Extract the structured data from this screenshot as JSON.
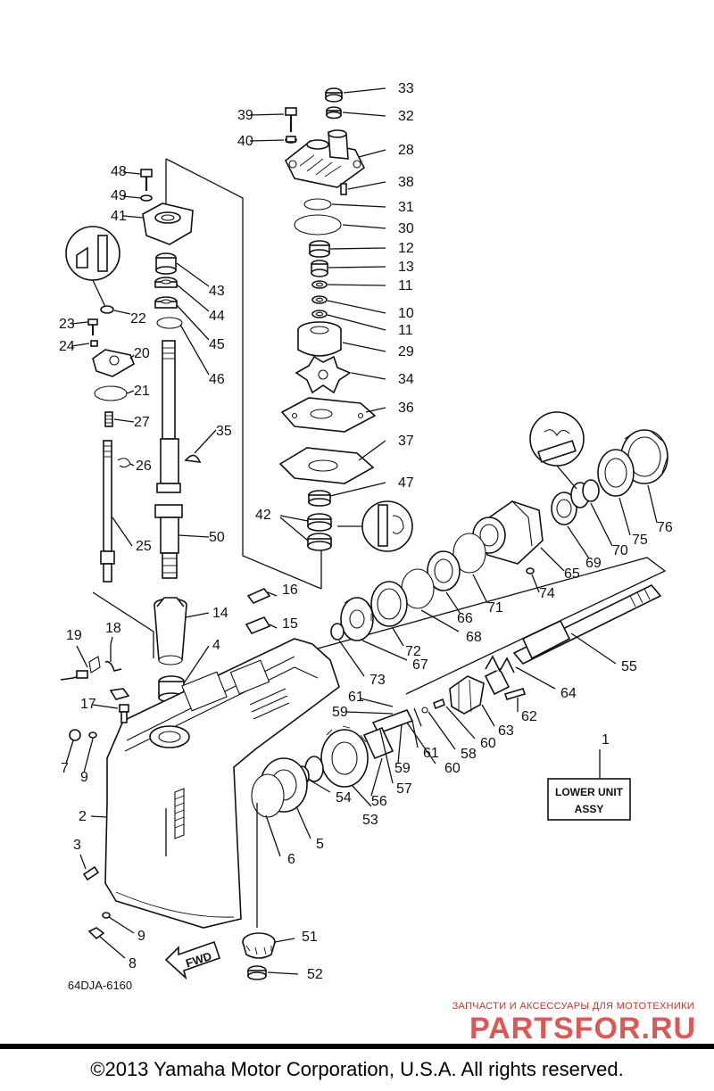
{
  "diagram": {
    "callouts": [
      {
        "id": "33",
        "label": "33"
      },
      {
        "id": "32",
        "label": "32"
      },
      {
        "id": "39",
        "label": "39"
      },
      {
        "id": "40",
        "label": "40"
      },
      {
        "id": "28",
        "label": "28"
      },
      {
        "id": "38",
        "label": "38"
      },
      {
        "id": "48",
        "label": "48"
      },
      {
        "id": "49",
        "label": "49"
      },
      {
        "id": "41",
        "label": "41"
      },
      {
        "id": "31",
        "label": "31"
      },
      {
        "id": "30",
        "label": "30"
      },
      {
        "id": "12",
        "label": "12"
      },
      {
        "id": "13",
        "label": "13"
      },
      {
        "id": "11a",
        "label": "11"
      },
      {
        "id": "10",
        "label": "10"
      },
      {
        "id": "11b",
        "label": "11"
      },
      {
        "id": "43",
        "label": "43"
      },
      {
        "id": "44",
        "label": "44"
      },
      {
        "id": "45",
        "label": "45"
      },
      {
        "id": "46",
        "label": "46"
      },
      {
        "id": "22",
        "label": "22"
      },
      {
        "id": "23",
        "label": "23"
      },
      {
        "id": "24",
        "label": "24"
      },
      {
        "id": "20",
        "label": "20"
      },
      {
        "id": "21",
        "label": "21"
      },
      {
        "id": "27",
        "label": "27"
      },
      {
        "id": "29",
        "label": "29"
      },
      {
        "id": "34",
        "label": "34"
      },
      {
        "id": "36",
        "label": "36"
      },
      {
        "id": "37",
        "label": "37"
      },
      {
        "id": "35",
        "label": "35"
      },
      {
        "id": "26",
        "label": "26"
      },
      {
        "id": "25",
        "label": "25"
      },
      {
        "id": "50",
        "label": "50"
      },
      {
        "id": "47",
        "label": "47"
      },
      {
        "id": "42",
        "label": "42"
      },
      {
        "id": "16",
        "label": "16"
      },
      {
        "id": "15",
        "label": "15"
      },
      {
        "id": "14",
        "label": "14"
      },
      {
        "id": "4",
        "label": "4"
      },
      {
        "id": "19",
        "label": "19"
      },
      {
        "id": "18",
        "label": "18"
      },
      {
        "id": "17",
        "label": "17"
      },
      {
        "id": "7",
        "label": "7"
      },
      {
        "id": "9a",
        "label": "9"
      },
      {
        "id": "2",
        "label": "2"
      },
      {
        "id": "3",
        "label": "3"
      },
      {
        "id": "9b",
        "label": "9"
      },
      {
        "id": "8",
        "label": "8"
      },
      {
        "id": "76",
        "label": "76"
      },
      {
        "id": "75",
        "label": "75"
      },
      {
        "id": "70",
        "label": "70"
      },
      {
        "id": "69",
        "label": "69"
      },
      {
        "id": "65",
        "label": "65"
      },
      {
        "id": "74",
        "label": "74"
      },
      {
        "id": "71",
        "label": "71"
      },
      {
        "id": "66",
        "label": "66"
      },
      {
        "id": "68",
        "label": "68"
      },
      {
        "id": "72",
        "label": "72"
      },
      {
        "id": "67",
        "label": "67"
      },
      {
        "id": "73",
        "label": "73"
      },
      {
        "id": "55",
        "label": "55"
      },
      {
        "id": "64",
        "label": "64"
      },
      {
        "id": "61a",
        "label": "61"
      },
      {
        "id": "59a",
        "label": "59"
      },
      {
        "id": "62",
        "label": "62"
      },
      {
        "id": "63",
        "label": "63"
      },
      {
        "id": "60a",
        "label": "60"
      },
      {
        "id": "58",
        "label": "58"
      },
      {
        "id": "61b",
        "label": "61"
      },
      {
        "id": "60b",
        "label": "60"
      },
      {
        "id": "59b",
        "label": "59"
      },
      {
        "id": "57",
        "label": "57"
      },
      {
        "id": "56",
        "label": "56"
      },
      {
        "id": "54",
        "label": "54"
      },
      {
        "id": "53",
        "label": "53"
      },
      {
        "id": "5",
        "label": "5"
      },
      {
        "id": "6",
        "label": "6"
      },
      {
        "id": "51",
        "label": "51"
      },
      {
        "id": "52",
        "label": "52"
      },
      {
        "id": "1",
        "label": "1"
      }
    ],
    "assembly_label_line1": "LOWER UNIT",
    "assembly_label_line2": "ASSY",
    "direction_arrow_label": "FWD",
    "drawing_number": "64DJA-6160",
    "watermark_caption": "ЗАПЧАСТИ И АКСЕССУАРЫ ДЛЯ МОТОТЕХНИКИ",
    "watermark_brand": "PARTSFOR.RU"
  },
  "footer": {
    "copyright": "©2013 Yamaha Motor Corporation, U.S.A. All rights reserved."
  }
}
